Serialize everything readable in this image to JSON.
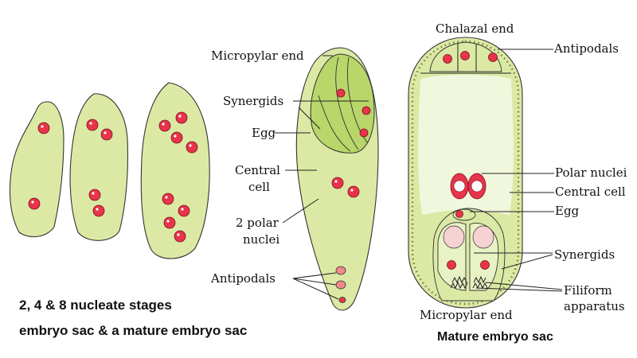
{
  "colors": {
    "sac_fill": "#dbe9a4",
    "sac_dark": "#b9d66a",
    "nucleus": "#e8344a",
    "outline": "#333333",
    "wall_dots": "#6f7f3a"
  },
  "labels": {
    "micropylar_end_top": "Micropylar end",
    "synergids_left": "Synergids",
    "egg_left": "Egg",
    "central_cell_left_1": "Central",
    "central_cell_left_2": "cell",
    "polar_nuclei_left_1": "2 polar",
    "polar_nuclei_left_2": "nuclei",
    "antipodals_left": "Antipodals",
    "chalazal_end": "Chalazal end",
    "antipodals_right": "Antipodals",
    "polar_nuclei_right": "Polar nuclei",
    "central_cell_right": "Central cell",
    "egg_right": "Egg",
    "synergids_right": "Synergids",
    "filiform_1": "Filiform",
    "filiform_2": "apparatus",
    "micropylar_end_bottom": "Micropylar end"
  },
  "captions": {
    "line1": "2, 4 & 8 nucleate stages",
    "line2": "embryo sac & a mature embryo sac",
    "mature": "Mature embryo sac"
  }
}
